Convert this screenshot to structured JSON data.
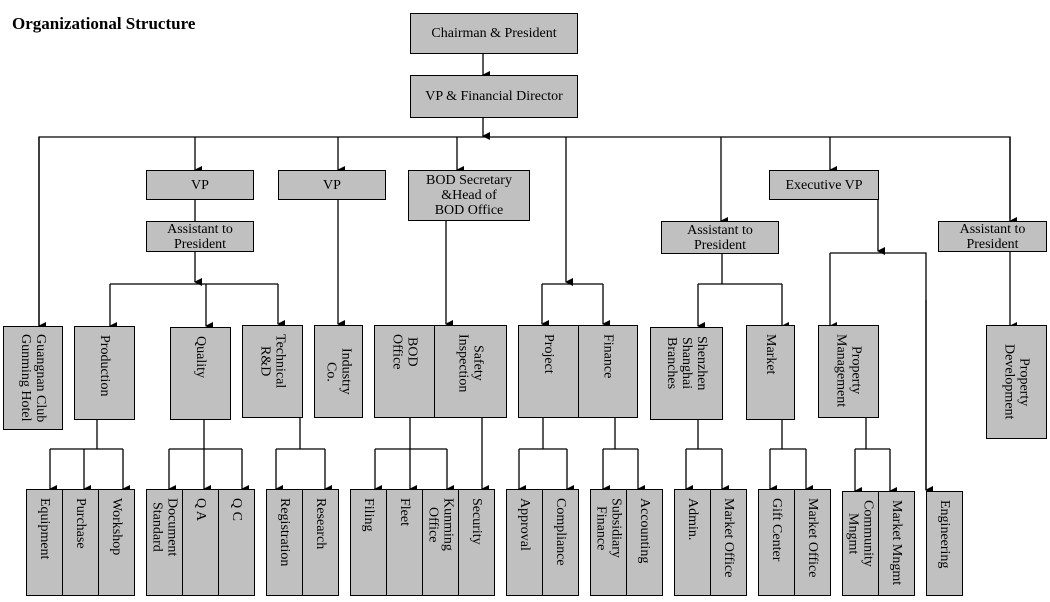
{
  "title": "Organizational Structure",
  "nodes": {
    "chairman": "Chairman & President",
    "vp_fin": "VP & Financial Director",
    "vp1": "VP",
    "asst1": "Assistant to\nPresident",
    "vp2": "VP",
    "bod_sec": "BOD Secretary\n&Head of\nBOD Office",
    "asst2": "Assistant to\nPresident",
    "exec_vp": "Executive VP",
    "asst3": "Assistant to\nPresident",
    "guangnan": "Guangnan Club\nGunming Hotel",
    "production": "Production",
    "quality": "Quality",
    "tech_rd": "Technical\nR&D",
    "industry": "Industry\nCo.",
    "bod_office": "BOD\nOffice",
    "safety": "Safety\nInspection",
    "project": "Project",
    "finance": "Finance",
    "branches": "Shenzhen\nShanghai\nBranches",
    "market": "Market",
    "prop_mgmt": "Property\nManagement",
    "prop_dev": "Property\nDevelopment",
    "equipment": "Equipment",
    "purchase": "Purchase",
    "workshop": "Workshop",
    "doc_std": "Document\nStandard",
    "qa": "Q A",
    "qc": "Q C",
    "registration": "Registration",
    "research": "Research",
    "filing": "Filing",
    "fleet": "Fleet",
    "kunming": "Kunming\nOffice",
    "security": "Security",
    "approval": "Approval",
    "compliance": "Compliance",
    "sub_fin": "Subsidiary\nFinance",
    "accounting": "Accounting",
    "admin": "Admin.",
    "market_office1": "Market Office",
    "gift": "Gift Center",
    "market_office2": "Market Office",
    "community": "Community\nMngmt",
    "market_mngmt": "Market Mngmt",
    "engineering": "Engineering"
  }
}
